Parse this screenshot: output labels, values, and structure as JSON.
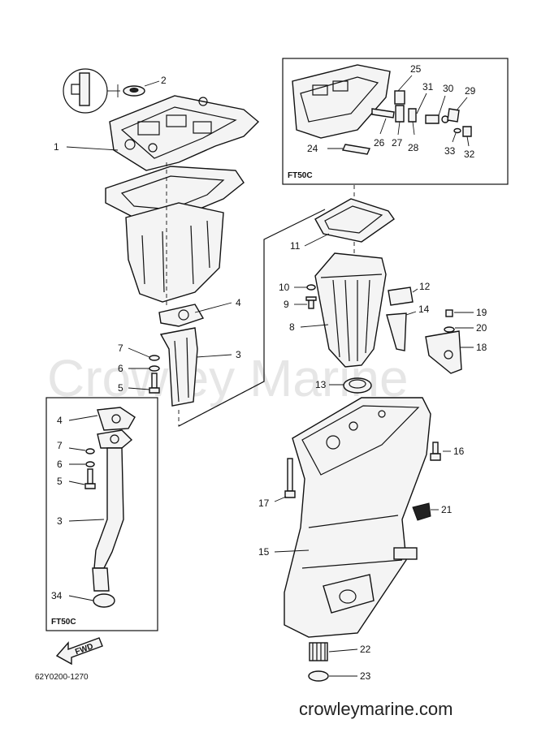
{
  "watermark": "Crowley Marine",
  "diagram_code": "62Y0200-1270",
  "website": "crowleymarine.com",
  "fwd_label": "FWD",
  "inset_labels": {
    "top": "FT50C",
    "left": "FT50C"
  },
  "callouts": {
    "c1": "1",
    "c2": "2",
    "c3": "3",
    "c4": "4",
    "c5": "5",
    "c6": "6",
    "c7": "7",
    "c8": "8",
    "c9": "9",
    "c10": "10",
    "c11": "11",
    "c12": "12",
    "c13": "13",
    "c14": "14",
    "c15": "15",
    "c16": "16",
    "c17": "17",
    "c18": "18",
    "c19": "19",
    "c20": "20",
    "c21": "21",
    "c22": "22",
    "c23": "23",
    "c24": "24",
    "c25": "25",
    "c26": "26",
    "c27": "27",
    "c28": "28",
    "c29": "29",
    "c30": "30",
    "c31": "31",
    "c32": "32",
    "c33": "33",
    "c34": "34",
    "l3": "3",
    "l4": "4",
    "l5": "5",
    "l6": "6",
    "l7": "7"
  }
}
